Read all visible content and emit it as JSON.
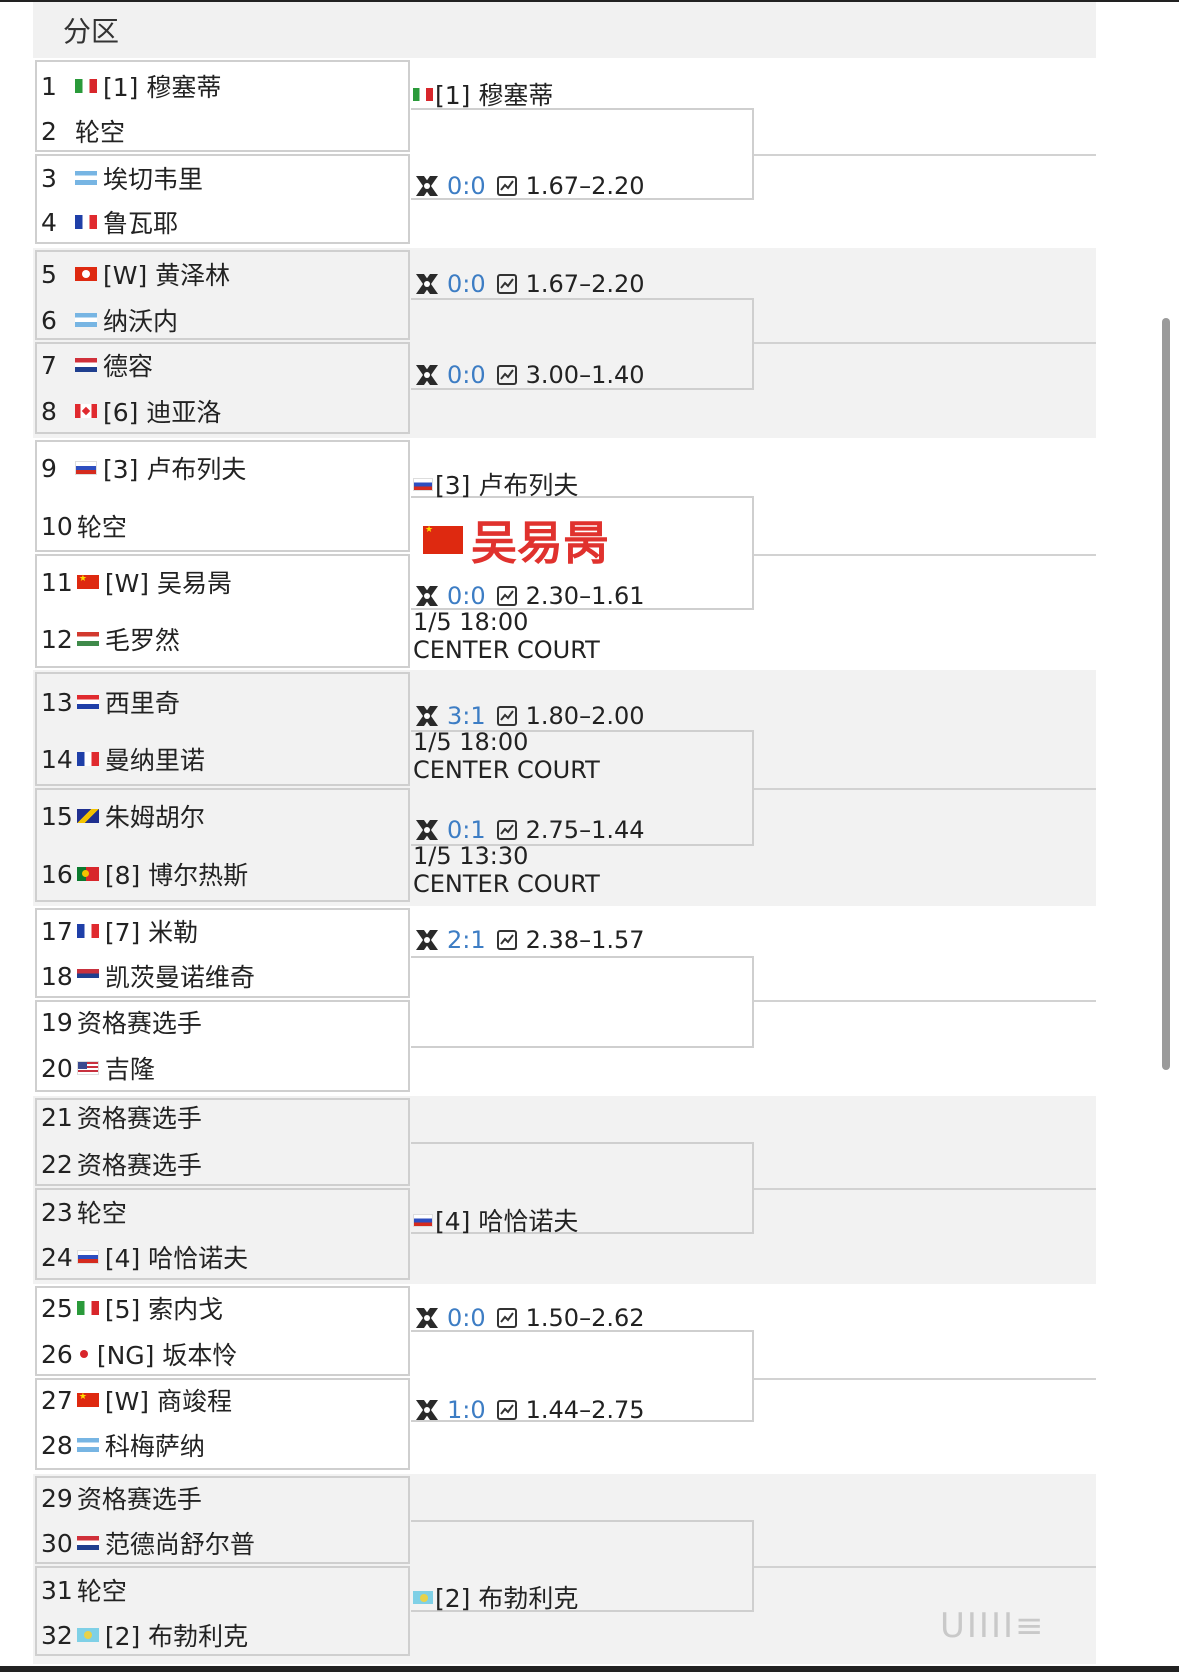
{
  "header": {
    "title": "分区"
  },
  "players": [
    {
      "num": "1",
      "flag": "italy",
      "name": "[1] 穆塞蒂"
    },
    {
      "num": "2",
      "flag": "none",
      "name": "轮空"
    },
    {
      "num": "3",
      "flag": "argentina",
      "name": "埃切韦里"
    },
    {
      "num": "4",
      "flag": "france",
      "name": "鲁瓦耶"
    },
    {
      "num": "5",
      "flag": "hongkong",
      "name": "[W] 黄泽林"
    },
    {
      "num": "6",
      "flag": "argentina",
      "name": "纳沃内"
    },
    {
      "num": "7",
      "flag": "netherlands",
      "name": "德容"
    },
    {
      "num": "8",
      "flag": "canada",
      "name": "[6] 迪亚洛"
    },
    {
      "num": "9",
      "flag": "russia",
      "name": "[3] 卢布列夫"
    },
    {
      "num": "10",
      "flag": "none",
      "name": "轮空"
    },
    {
      "num": "11",
      "flag": "china",
      "name": "[W] 吴易昺"
    },
    {
      "num": "12",
      "flag": "hungary",
      "name": "毛罗然"
    },
    {
      "num": "13",
      "flag": "croatia",
      "name": "西里奇"
    },
    {
      "num": "14",
      "flag": "france",
      "name": "曼纳里诺"
    },
    {
      "num": "15",
      "flag": "bosnia",
      "name": "朱姆胡尔"
    },
    {
      "num": "16",
      "flag": "portugal",
      "name": "[8] 博尔热斯"
    },
    {
      "num": "17",
      "flag": "france",
      "name": "[7] 米勒"
    },
    {
      "num": "18",
      "flag": "serbia",
      "name": "凯茨曼诺维奇"
    },
    {
      "num": "19",
      "flag": "none",
      "name": "资格赛选手"
    },
    {
      "num": "20",
      "flag": "usa",
      "name": "吉隆"
    },
    {
      "num": "21",
      "flag": "none",
      "name": "资格赛选手"
    },
    {
      "num": "22",
      "flag": "none",
      "name": "资格赛选手"
    },
    {
      "num": "23",
      "flag": "none",
      "name": "轮空"
    },
    {
      "num": "24",
      "flag": "russia",
      "name": "[4] 哈恰诺夫"
    },
    {
      "num": "25",
      "flag": "italy",
      "name": "[5] 索内戈"
    },
    {
      "num": "26",
      "flag": "japan",
      "name": "[NG] 坂本怜"
    },
    {
      "num": "27",
      "flag": "china",
      "name": "[W] 商竣程"
    },
    {
      "num": "28",
      "flag": "argentina",
      "name": "科梅萨纳"
    },
    {
      "num": "29",
      "flag": "none",
      "name": "资格赛选手"
    },
    {
      "num": "30",
      "flag": "netherlands",
      "name": "范德尚舒尔普"
    },
    {
      "num": "31",
      "flag": "none",
      "name": "轮空"
    },
    {
      "num": "32",
      "flag": "kazakhstan",
      "name": "[2] 布勃利克"
    }
  ],
  "advanced": [
    {
      "flag": "italy",
      "name": "[1] 穆塞蒂"
    },
    {
      "flag": "russia",
      "name": "[3] 卢布列夫"
    },
    {
      "flag": "russia",
      "name": "[4] 哈恰诺夫"
    },
    {
      "flag": "kazakhstan",
      "name": "[2] 布勃利克"
    }
  ],
  "matches": [
    {
      "score": "0:0",
      "odds": "1.67–2.20"
    },
    {
      "score": "0:0",
      "odds": "1.67–2.20"
    },
    {
      "score": "0:0",
      "odds": "3.00–1.40"
    },
    {
      "score": "0:0",
      "odds": "2.30–1.61",
      "date": "1/5 18:00",
      "court": "CENTER COURT"
    },
    {
      "score": "3:1",
      "odds": "1.80–2.00",
      "date": "1/5 18:00",
      "court": "CENTER COURT"
    },
    {
      "score": "0:1",
      "odds": "2.75–1.44",
      "date": "1/5 13:30",
      "court": "CENTER COURT"
    },
    {
      "score": "2:1",
      "odds": "2.38–1.57"
    },
    {
      "score": "0:0",
      "odds": "1.50–2.62"
    },
    {
      "score": "1:0",
      "odds": "1.44–2.75"
    }
  ],
  "highlight": {
    "flag": "china",
    "name": "吴易昺"
  },
  "watermark": "UIIII≡",
  "colors": {
    "score": "#3d7dc4",
    "highlight": "#e0322e",
    "border": "#cfcfcf",
    "band_alt": "#f2f2f2"
  }
}
